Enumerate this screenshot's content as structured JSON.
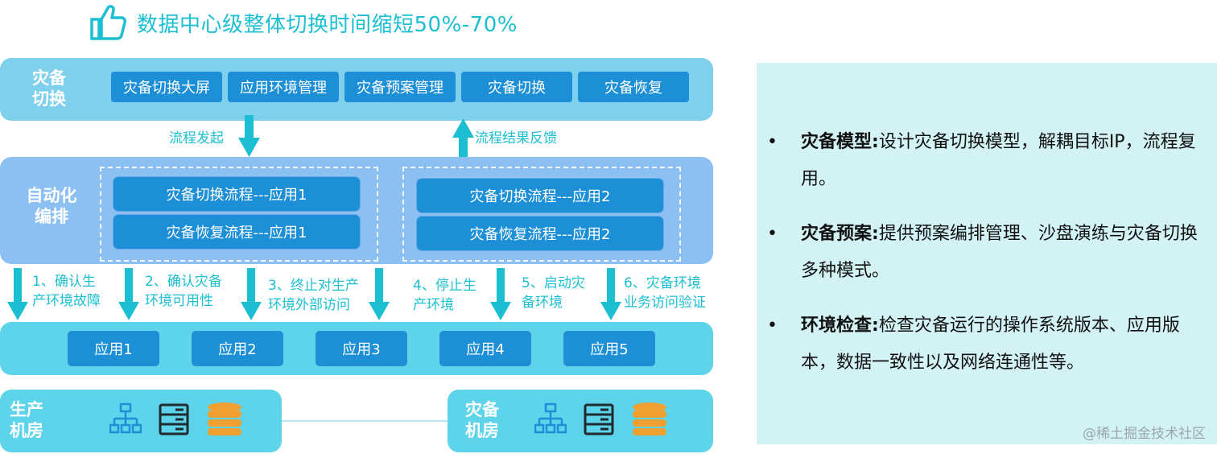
{
  "header": {
    "title": "数据中心级整体切换时间缩短50%-70%",
    "icon": "thumbs-up-icon"
  },
  "dr_switch": {
    "label": "灾备\n切换",
    "buttons": [
      "灾备切换大屏",
      "应用环境管理",
      "灾备预案管理",
      "灾备切换",
      "灾备恢复"
    ]
  },
  "arrows": {
    "flow_start": "流程发起",
    "flow_feedback": "流程结果反馈"
  },
  "automation": {
    "label": "自动化\n编排",
    "group1": [
      "灾备切换流程---应用1",
      "灾备恢复流程---应用1"
    ],
    "group2": [
      "灾备切换流程---应用2",
      "灾备恢复流程---应用2"
    ]
  },
  "steps": [
    "1、确认生\n产环境故障",
    "2、确认灾备\n环境可用性",
    "3、终止对生产\n环境外部访问",
    "4、停止生\n产环境",
    "5、启动灾\n备环境",
    "6、灾备环境\n业务访问验证"
  ],
  "apps": [
    "应用1",
    "应用2",
    "应用3",
    "应用4",
    "应用5"
  ],
  "rooms": {
    "production": "生产\n机房",
    "disaster_recovery": "灾备\n机房",
    "icons": [
      "network-topology-icon",
      "server-rack-icon",
      "database-icon"
    ]
  },
  "panel": {
    "items": [
      {
        "title": "灾备模型:",
        "text": "设计灾备切换模型，解耦目标IP，流程复用。"
      },
      {
        "title": "灾备预案:",
        "text": "提供预案编排管理、沙盘演练与灾备切换多种模式。"
      },
      {
        "title": "环境检查:",
        "text": "检查灾备运行的操作系统版本、应用版本，数据一致性以及网络连通性等。"
      }
    ],
    "bullet": "•"
  },
  "watermark": "@稀土掘金技术社区",
  "colors": {
    "accent_cyan": "#1bbfd1",
    "button_blue": "#1c8fd6",
    "icon_blue": "#1c8fd6",
    "icon_dark": "#1e2a30",
    "icon_orange": "#f0a030",
    "panel_bg": "#d2f2f4"
  }
}
